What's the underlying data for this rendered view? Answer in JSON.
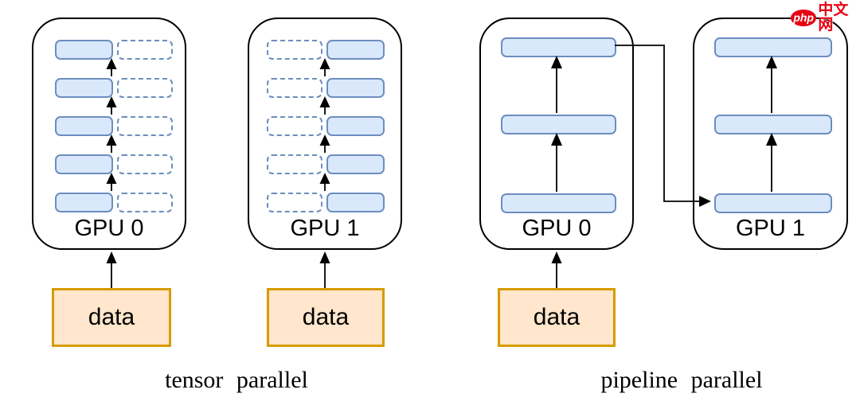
{
  "watermark": {
    "badge_text": "php",
    "site_text": "中文网"
  },
  "colors": {
    "bar-fill": "#dae8fc",
    "bar-border": "#6c8ebf",
    "data-fill": "#ffe6cc",
    "data-border": "#d79b00",
    "box-border": "#000000",
    "arrow-color": "#000000",
    "watermark-red": "#e60012",
    "text-color": "#000000"
  },
  "tensor": {
    "caption": "tensor parallel",
    "gpus": [
      {
        "label": "GPU 0",
        "layers": 5,
        "solid_side": "left"
      },
      {
        "label": "GPU 1",
        "layers": 5,
        "solid_side": "right"
      }
    ],
    "data_boxes": [
      {
        "label": "data"
      },
      {
        "label": "data"
      }
    ]
  },
  "pipeline": {
    "caption": "pipeline parallel",
    "gpus": [
      {
        "label": "GPU 0",
        "layers": 3
      },
      {
        "label": "GPU 1",
        "layers": 3
      }
    ],
    "data_boxes": [
      {
        "label": "data"
      }
    ]
  }
}
